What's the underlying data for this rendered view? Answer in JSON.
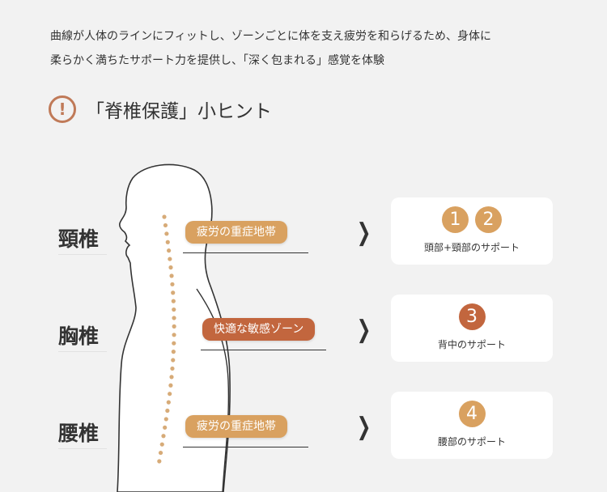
{
  "intro": {
    "line1": "曲線が人体のラインにフィットし、ゾーンごとに体を支え疲労を和らげるため、身体に",
    "line2": "柔らかく満ちたサポート力を提供し、「深く包まれる」感覚を体験"
  },
  "tip": {
    "icon": "exclamation-circle-icon",
    "symbol": "!",
    "title": "「脊椎保護」小ヒント"
  },
  "colors": {
    "amber": "#d9a160",
    "rust": "#c2663e",
    "outline": "#c07a58",
    "background": "#f2f2f2"
  },
  "zones": [
    {
      "region": "頸椎",
      "pill": "疲労の重症地帯",
      "numbers": [
        "1",
        "2"
      ],
      "support": "頭部+頸部のサポート",
      "tone": "amber"
    },
    {
      "region": "胸椎",
      "pill": "快適な敏感ゾーン",
      "numbers": [
        "3"
      ],
      "support": "背中のサポート",
      "tone": "rust"
    },
    {
      "region": "腰椎",
      "pill": "疲労の重症地帯",
      "numbers": [
        "4"
      ],
      "support": "腰部のサポート",
      "tone": "amber"
    }
  ],
  "arrow_icon": "chevron-right-icon",
  "arrow_symbol": "❯"
}
